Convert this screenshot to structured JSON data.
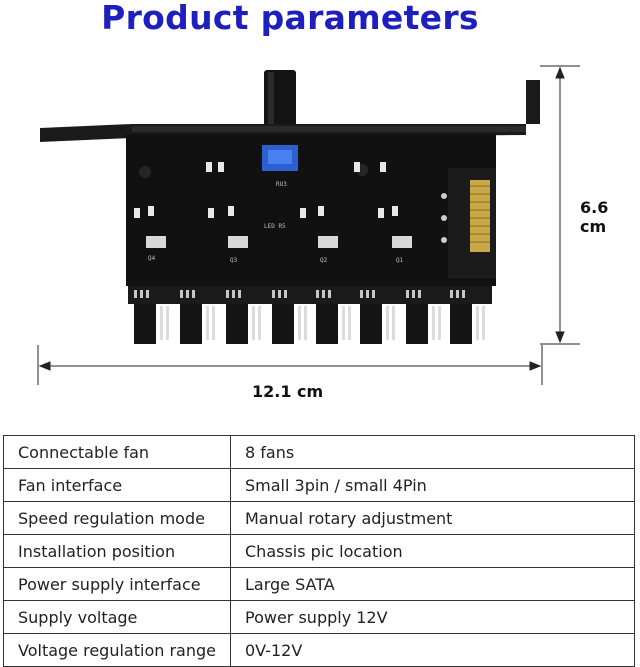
{
  "title": "Product parameters",
  "dimensions": {
    "width_label": "12.1 cm",
    "height_label": "6.6 cm"
  },
  "pcb_labels": {
    "q4": "Q4",
    "q3": "Q3",
    "q2": "Q2",
    "q1": "Q1",
    "led": "LED R5",
    "ru3": "RU3"
  },
  "parameters": [
    {
      "name": "Connectable fan",
      "value": "8 fans"
    },
    {
      "name": "Fan interface",
      "value": "Small 3pin / small 4Pin"
    },
    {
      "name": "Speed regulation mode",
      "value": "Manual rotary adjustment"
    },
    {
      "name": "Installation position",
      "value": "Chassis pic location"
    },
    {
      "name": "Power supply interface",
      "value": "Large SATA"
    },
    {
      "name": "Supply voltage",
      "value": "Power supply 12V"
    },
    {
      "name": "Voltage regulation range",
      "value": "0V-12V"
    }
  ]
}
